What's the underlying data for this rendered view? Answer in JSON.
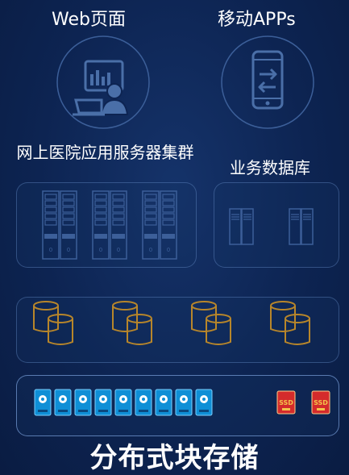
{
  "labels": {
    "web": "Web页面",
    "mobile": "移动APPs",
    "server_cluster": "网上医院应用服务器集群",
    "business_db": "业务数据库",
    "storage_title": "分布式块存储"
  },
  "icons": {
    "web": "web-dashboard-user-icon",
    "mobile": "mobile-phone-sync-icon",
    "server_rack": "server-rack-icon",
    "db_server": "database-server-icon",
    "storage_cylinder": "storage-cylinder-icon",
    "hdd": "hard-disk-icon",
    "ssd": "ssd-icon"
  },
  "disk_label": "SSD",
  "counts": {
    "server_racks": 3,
    "db_servers": 2,
    "cylinder_groups": 4,
    "hdds": 9,
    "ssds": 2
  },
  "colors": {
    "background": "#0d2452",
    "line": "#3c5f99",
    "cylinder": "#b8862a",
    "hdd": "#0f8fd6",
    "ssd": "#d42b2b",
    "ssd_text": "#f3c24a"
  }
}
